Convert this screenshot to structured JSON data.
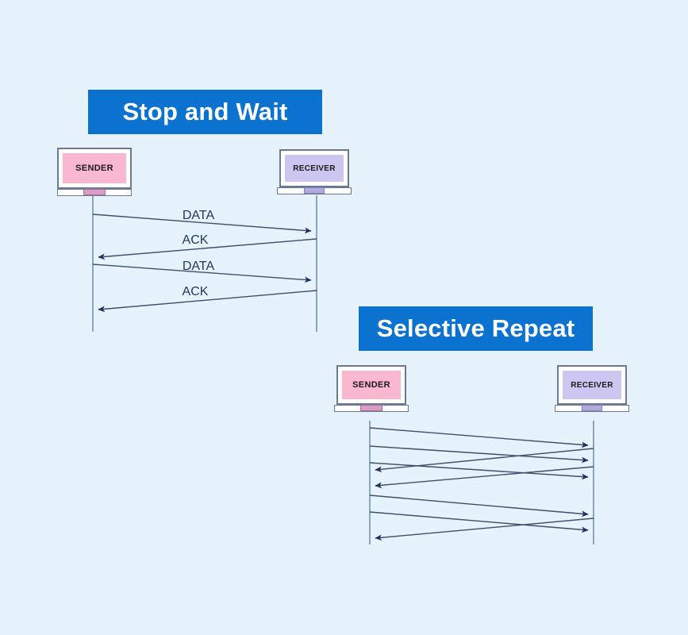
{
  "background_color": "#e6f3fc",
  "accent_color": "#0b72d0",
  "line_color": "#3d4f6b",
  "arrow_color": "#1f3060",
  "lifeline_color": "#8aa6c4",
  "label_color": "#1f3864",
  "sections": {
    "stop_and_wait": {
      "title": "Stop and Wait",
      "sender": {
        "label": "SENDER",
        "screen_color": "#f9b8d0"
      },
      "receiver": {
        "label": "RECEIVER",
        "screen_color": "#cdc6f0"
      },
      "messages": [
        {
          "label": "DATA",
          "direction": "right"
        },
        {
          "label": "ACK",
          "direction": "left"
        },
        {
          "label": "DATA",
          "direction": "right"
        },
        {
          "label": "ACK",
          "direction": "left"
        }
      ]
    },
    "selective_repeat": {
      "title": "Selective Repeat",
      "sender": {
        "label": "SENDER",
        "screen_color": "#f9b8d0"
      },
      "receiver": {
        "label": "RECEIVER",
        "screen_color": "#cdc6f0"
      },
      "messages": [
        {
          "label": "",
          "direction": "right"
        },
        {
          "label": "",
          "direction": "right"
        },
        {
          "label": "",
          "direction": "left"
        },
        {
          "label": "",
          "direction": "right"
        },
        {
          "label": "",
          "direction": "left"
        },
        {
          "label": "",
          "direction": "right"
        },
        {
          "label": "",
          "direction": "right"
        },
        {
          "label": "",
          "direction": "left"
        }
      ]
    }
  }
}
